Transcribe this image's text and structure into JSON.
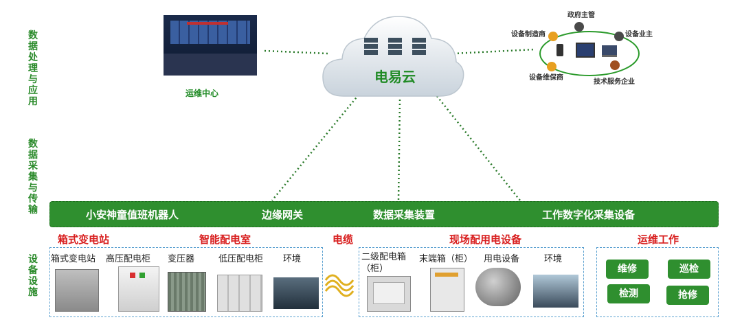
{
  "side_labels": {
    "processing": "数据处理与应用",
    "collection": "数据采集与传输",
    "facilities": "设备设施"
  },
  "top": {
    "ops_center": "运维中心",
    "cloud": "电易云",
    "stakeholders": {
      "gov": "政府主管",
      "manufacturer": "设备制造商",
      "owner": "设备业主",
      "maintainer": "设备维保商",
      "tech": "技术服务企业"
    }
  },
  "bar": {
    "item1": "小安神童值班机器人",
    "item2": "边缘网关",
    "item3": "数据采集装置",
    "item4": "工作数字化采集设备"
  },
  "sections": {
    "box_substation": "箱式变电站",
    "smart_room": "智能配电室",
    "cable": "电缆",
    "field": "现场配用电设备",
    "ops_work": "运维工作"
  },
  "devices": {
    "d1": "箱式变电站",
    "d2": "高压配电柜",
    "d3": "变压器",
    "d4": "低压配电柜",
    "d5": "环境",
    "d6": "二级配电箱（柜）",
    "d7": "末端箱（柜）",
    "d8": "用电设备",
    "d9": "环境"
  },
  "work": {
    "w1": "维修",
    "w2": "巡检",
    "w3": "检测",
    "w4": "抢修"
  },
  "colors": {
    "green": "#2f8f2f",
    "red": "#d81e1e",
    "dash_blue": "#5aa0d0"
  }
}
